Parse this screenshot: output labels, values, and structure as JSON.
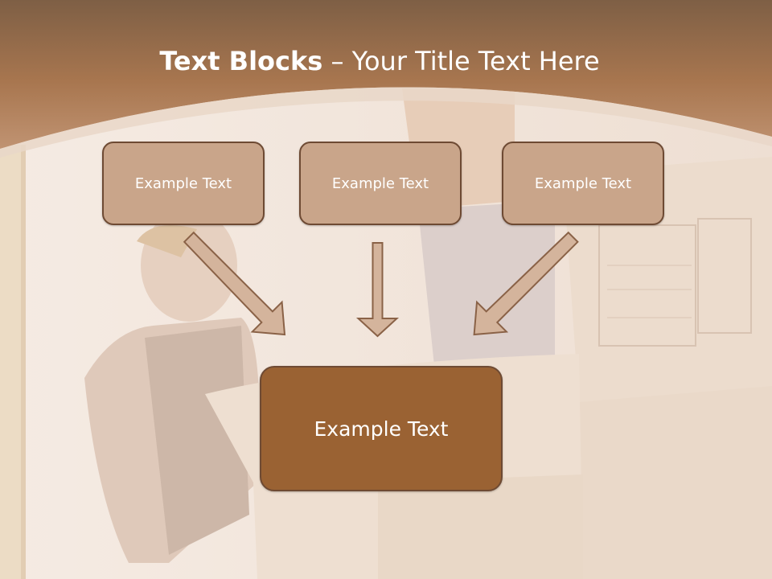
{
  "slide": {
    "title_bold": "Text Blocks",
    "title_dash": " – ",
    "title_rest": "Your Title Text Here",
    "top_boxes": [
      "Example Text",
      "Example Text",
      "Example Text"
    ],
    "bottom_box": "Example Text"
  },
  "colors": {
    "header_brown": "#a8764f",
    "box_fill": "#c9a58a",
    "box_border": "#6e4a33",
    "main_box_fill": "#9a6233",
    "arrow_fill": "#d4b49c",
    "arrow_stroke": "#8a6247"
  }
}
